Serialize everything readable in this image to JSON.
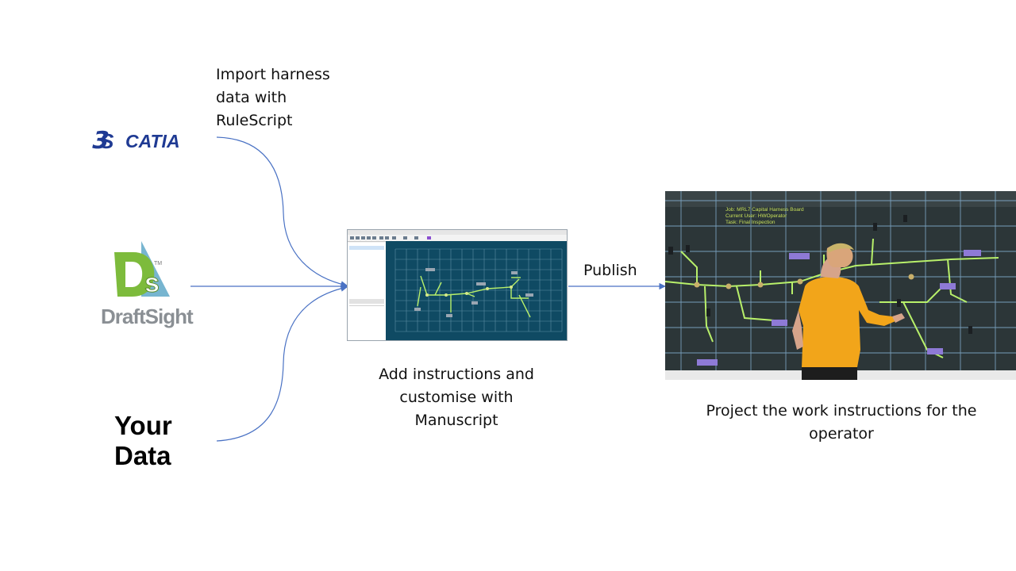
{
  "sources": {
    "catia": {
      "logo_text": "CATIA",
      "brand": "3DS",
      "color": "#1f3a93"
    },
    "draftsight": {
      "logo_text": "DraftSight",
      "mark": "DS",
      "trademark": "TM",
      "colors": [
        "#7dbb3c",
        "#5fa8c8",
        "#8a8f94"
      ]
    },
    "your_data": {
      "line1": "Your",
      "line2": "Data"
    }
  },
  "steps": {
    "import": {
      "line1": "Import harness",
      "line2": "data with",
      "line3": "RuleScript"
    },
    "publish": {
      "label": "Publish"
    },
    "add": {
      "line1": "Add instructions and",
      "line2": "customise with",
      "line3": "Manuscript"
    },
    "project": {
      "line1": "Project the work instructions for the",
      "line2": "operator"
    }
  },
  "projection_overlay": {
    "line1": "Job: MRL7 Capital Harness Board",
    "line2": "Current User: HWOperator",
    "line3": "Task: Final Inspection"
  },
  "colors": {
    "connector": "#4a72c4",
    "app_canvas": "#0f4a63",
    "harness": "#b8f06a"
  }
}
